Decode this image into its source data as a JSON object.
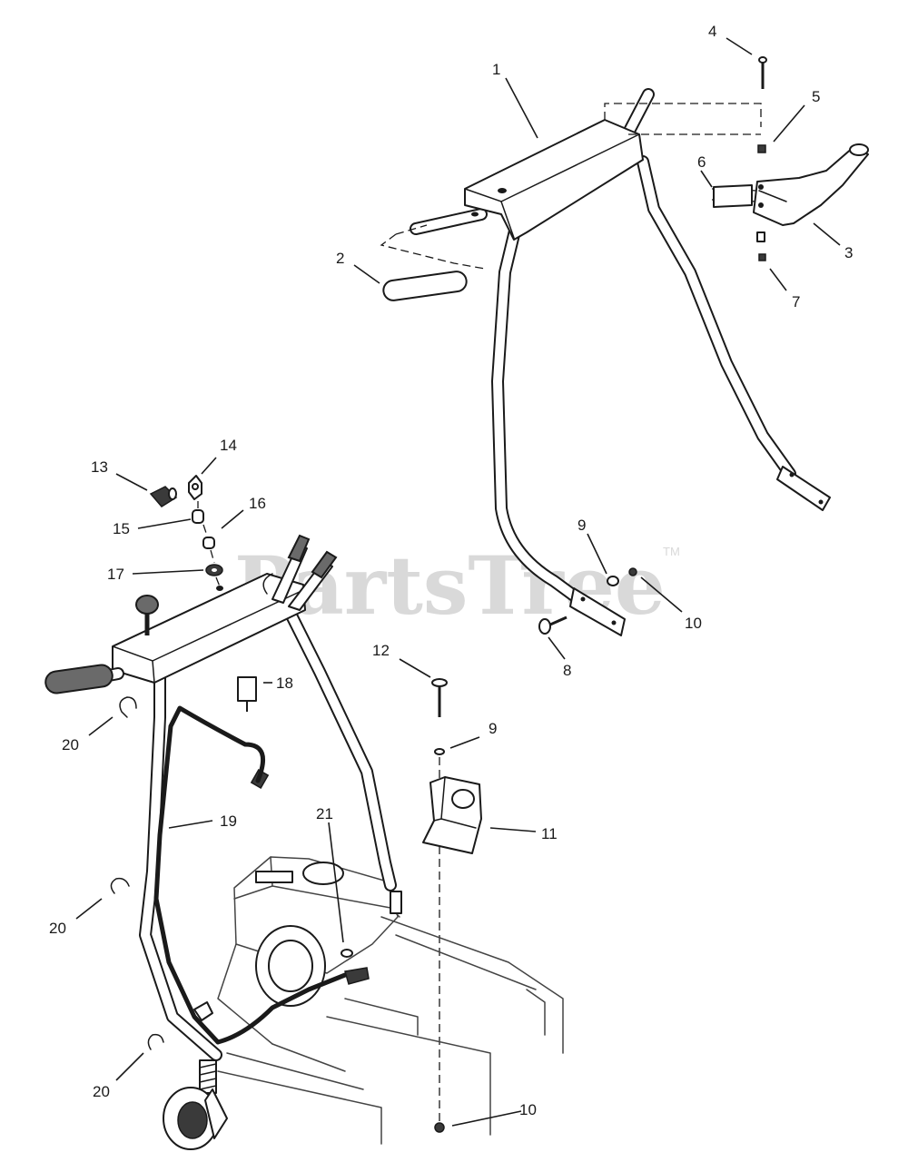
{
  "watermark": {
    "text": "PartsTree",
    "mark": "TM"
  },
  "callouts": {
    "c1": "1",
    "c2": "2",
    "c3": "3",
    "c4": "4",
    "c5": "5",
    "c6": "6",
    "c7": "7",
    "c8": "8",
    "c9a": "9",
    "c9b": "9",
    "c10a": "10",
    "c10b": "10",
    "c11": "11",
    "c12": "12",
    "c13": "13",
    "c14": "14",
    "c15": "15",
    "c16": "16",
    "c17": "17",
    "c18": "18",
    "c19": "19",
    "c20a": "20",
    "c20b": "20",
    "c20c": "20",
    "c21": "21"
  }
}
